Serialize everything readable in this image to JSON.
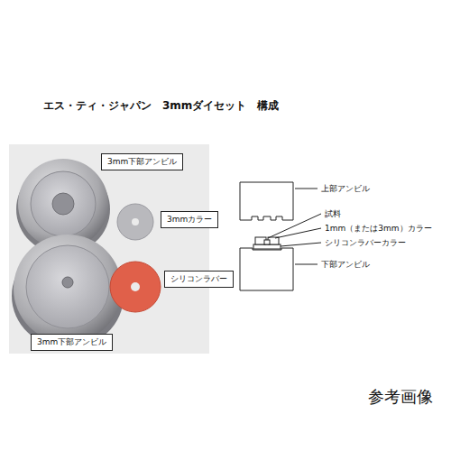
{
  "diagram": {
    "title": "エス・ティ・ジャパン　3mmダイセット　構成",
    "nodes": [
      {
        "text": [
          "3mm下部アンビル"
        ]
      },
      {
        "text": [
          "3mmカラー"
        ]
      },
      {
        "text": [
          "シリコンラバー"
        ]
      },
      {
        "text": [
          "3mm下部アンビル"
        ]
      }
    ],
    "labels": [
      "上部アンビル",
      "試料",
      "1mm（または3mm）カラー",
      "シリコンラバーカラー",
      "下部アンビル",
      "参考画像"
    ]
  }
}
